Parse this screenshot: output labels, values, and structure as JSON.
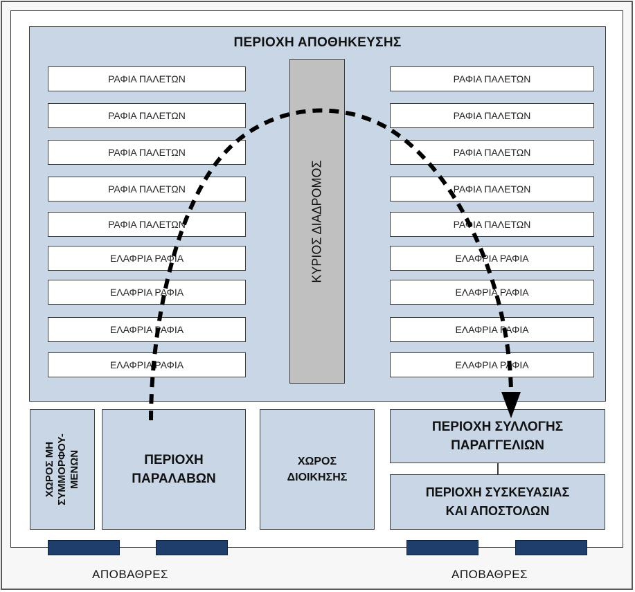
{
  "storage_area": {
    "title": "ΠΕΡΙΟΧΗ ΑΠΟΘΗΚΕΥΣΗΣ",
    "left_racks": [
      "ΡΑΦΙΑ ΠΑΛΕΤΩΝ",
      "ΡΑΦΙΑ ΠΑΛΕΤΩΝ",
      "ΡΑΦΙΑ ΠΑΛΕΤΩΝ",
      "ΡΑΦΙΑ ΠΑΛΕΤΩΝ",
      "ΡΑΦΙΑ ΠΑΛΕΤΩΝ",
      "ΕΛΑΦΡΙΑ ΡΑΦΙΑ",
      "ΕΛΑΦΡΙΑ ΡΑΦΙΑ",
      "ΕΛΑΦΡΙΑ ΡΑΦΙΑ",
      "ΕΛΑΦΡΙΑ ΡΑΦΙΑ"
    ],
    "right_racks": [
      "ΡΑΦΙΑ ΠΑΛΕΤΩΝ",
      "ΡΑΦΙΑ ΠΑΛΕΤΩΝ",
      "ΡΑΦΙΑ ΠΑΛΕΤΩΝ",
      "ΡΑΦΙΑ ΠΑΛΕΤΩΝ",
      "ΡΑΦΙΑ ΠΑΛΕΤΩΝ",
      "ΕΛΑΦΡΙΑ ΡΑΦΙΑ",
      "ΕΛΑΦΡΙΑ ΡΑΦΙΑ",
      "ΕΛΑΦΡΙΑ ΡΑΦΙΑ",
      "ΕΛΑΦΡΙΑ ΡΑΦΙΑ"
    ],
    "main_corridor": "ΚΥΡΙΟΣ ΔΙΑΔΡΟΜΟΣ"
  },
  "areas": {
    "nonconforming": "ΧΩΡΟΣ ΜΗ\nΣΥΜΜΟΡΦΟΥ-\nΜΕΝΩΝ",
    "receiving": "ΠΕΡΙΟΧΗ\nΠΑΡΑΛΑΒΩΝ",
    "administration": "ΧΩΡΟΣ\nΔΙΟΙΚΗΣΗΣ",
    "order_picking": "ΠΕΡΙΟΧΗ ΣΥΛΛΟΓΗΣ\nΠΑΡΑΓΓΕΛΙΩΝ",
    "packing_shipping": "ΠΕΡΙΟΧΗ ΣΥΣΚΕΥΑΣΙΑΣ\nΚΑΙ ΑΠΟΣΤΟΛΩΝ"
  },
  "docks": {
    "left_label": "ΑΠΟΒΑΘΡΕΣ",
    "right_label": "ΑΠΟΒΑΘΡΕΣ"
  },
  "colors": {
    "area_fill": "#c8d6e6",
    "corridor_fill": "#c0c0c0",
    "dock_fill": "#1f3e6b",
    "route_stroke": "#000000"
  }
}
